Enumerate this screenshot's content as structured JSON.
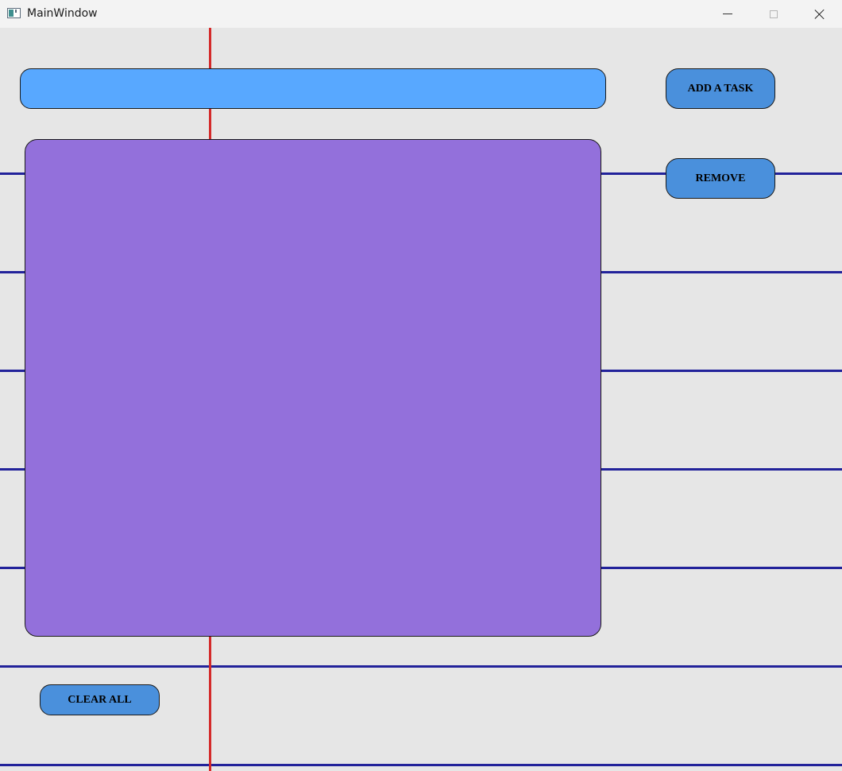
{
  "window": {
    "title": "MainWindow"
  },
  "task_input": {
    "value": "",
    "placeholder": ""
  },
  "task_list": {
    "items": []
  },
  "buttons": {
    "add_task": "ADD A TASK",
    "remove": "REMOVE",
    "clear_all": "CLEAR ALL"
  },
  "colors": {
    "background": "#e6e6e6",
    "input_fill": "#58a8ff",
    "list_fill": "#9370db",
    "button_fill": "#4a90dc",
    "ruled_line": "#22229a",
    "margin_line": "#d42a2a"
  }
}
